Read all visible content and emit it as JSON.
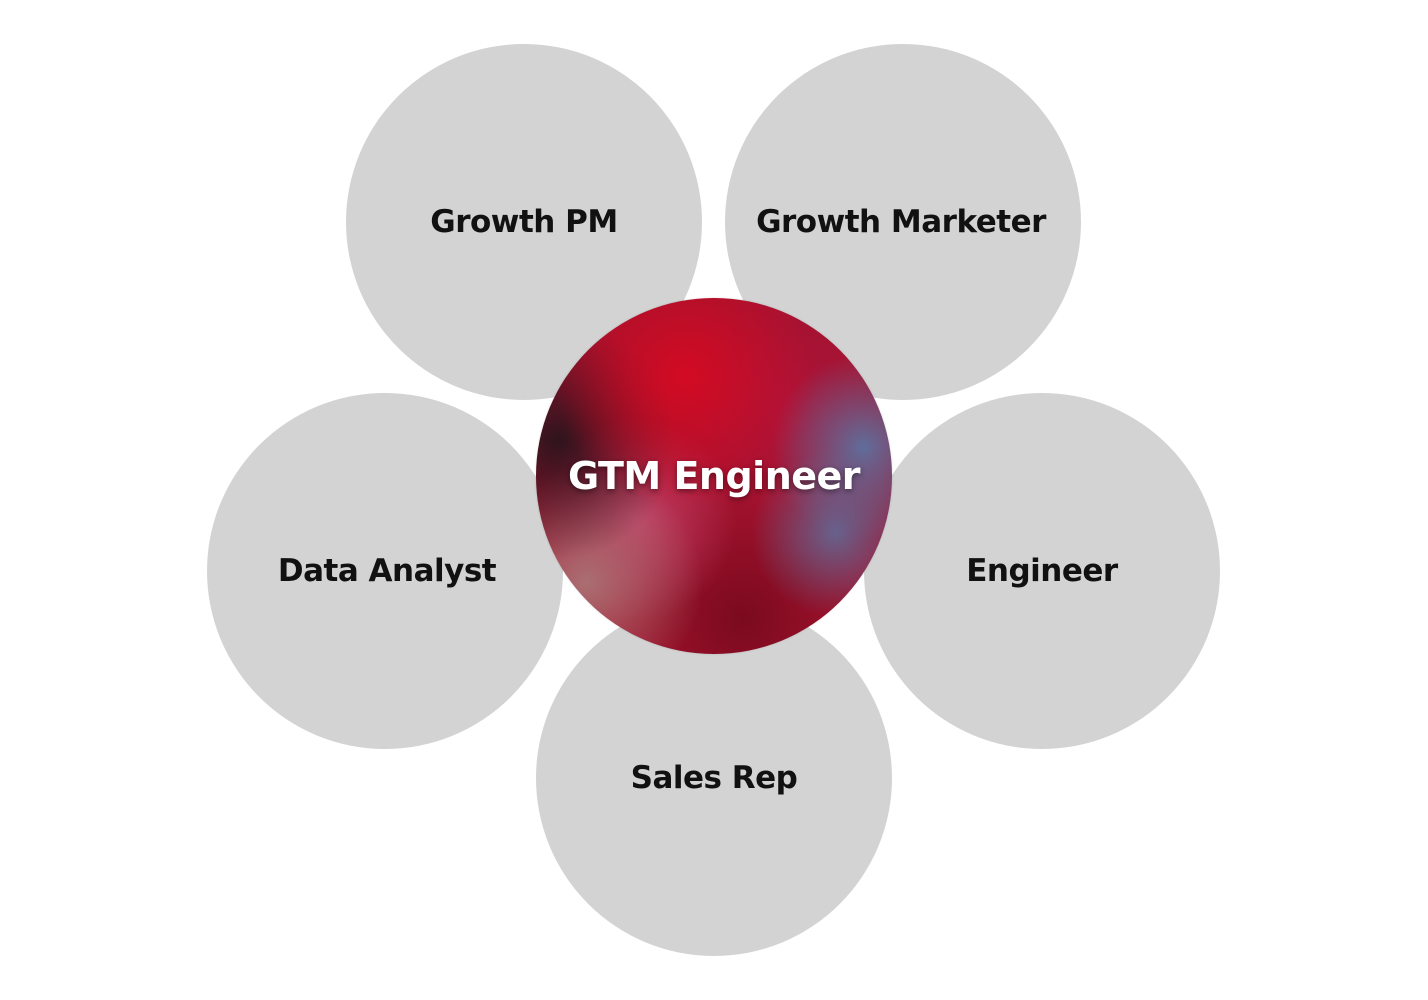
{
  "diagram": {
    "center": {
      "label": "GTM Engineer"
    },
    "petals": [
      {
        "id": "growth-pm",
        "label": "Growth PM"
      },
      {
        "id": "growth-marketer",
        "label": "Growth Marketer"
      },
      {
        "id": "data-analyst",
        "label": "Data Analyst"
      },
      {
        "id": "engineer",
        "label": "Engineer"
      },
      {
        "id": "sales-rep",
        "label": "Sales Rep"
      }
    ]
  },
  "colors": {
    "petal": "#d3d3d3",
    "petal_text": "#111111",
    "center_base": "#a4122e",
    "center_text": "#ffffff",
    "background": "#ffffff"
  }
}
